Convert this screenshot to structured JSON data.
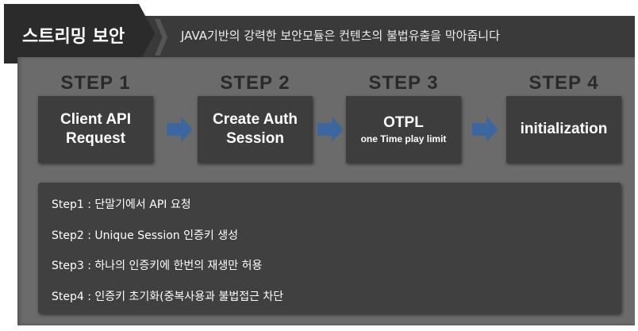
{
  "header": {
    "title": "스트리밍 보안",
    "subtitle": "JAVA기반의 강력한 보안모듈은 컨텐츠의 불법유출을 막아줍니다"
  },
  "steps": [
    {
      "label": "STEP 1",
      "line1": "Client API",
      "line2": "Request",
      "sub": ""
    },
    {
      "label": "STEP 2",
      "line1": "Create Auth",
      "line2": "Session",
      "sub": ""
    },
    {
      "label": "STEP 3",
      "line1": "OTPL",
      "line2": "",
      "sub": "one Time play limit"
    },
    {
      "label": "STEP 4",
      "line1": "initialization",
      "line2": "",
      "sub": ""
    }
  ],
  "notes": [
    "Step1 : 단말기에서 API 요청",
    "Step2 : Unique Session 인증키 생성",
    "Step3 : 하나의 인증키에 한번의 재생만 허용",
    "Step4 : 인증키 초기화(중복사용과 불법접근 차단"
  ],
  "colors": {
    "arrow": "#3b66a0",
    "panel": "#6b6b6b",
    "box": "#3d3d3d"
  }
}
